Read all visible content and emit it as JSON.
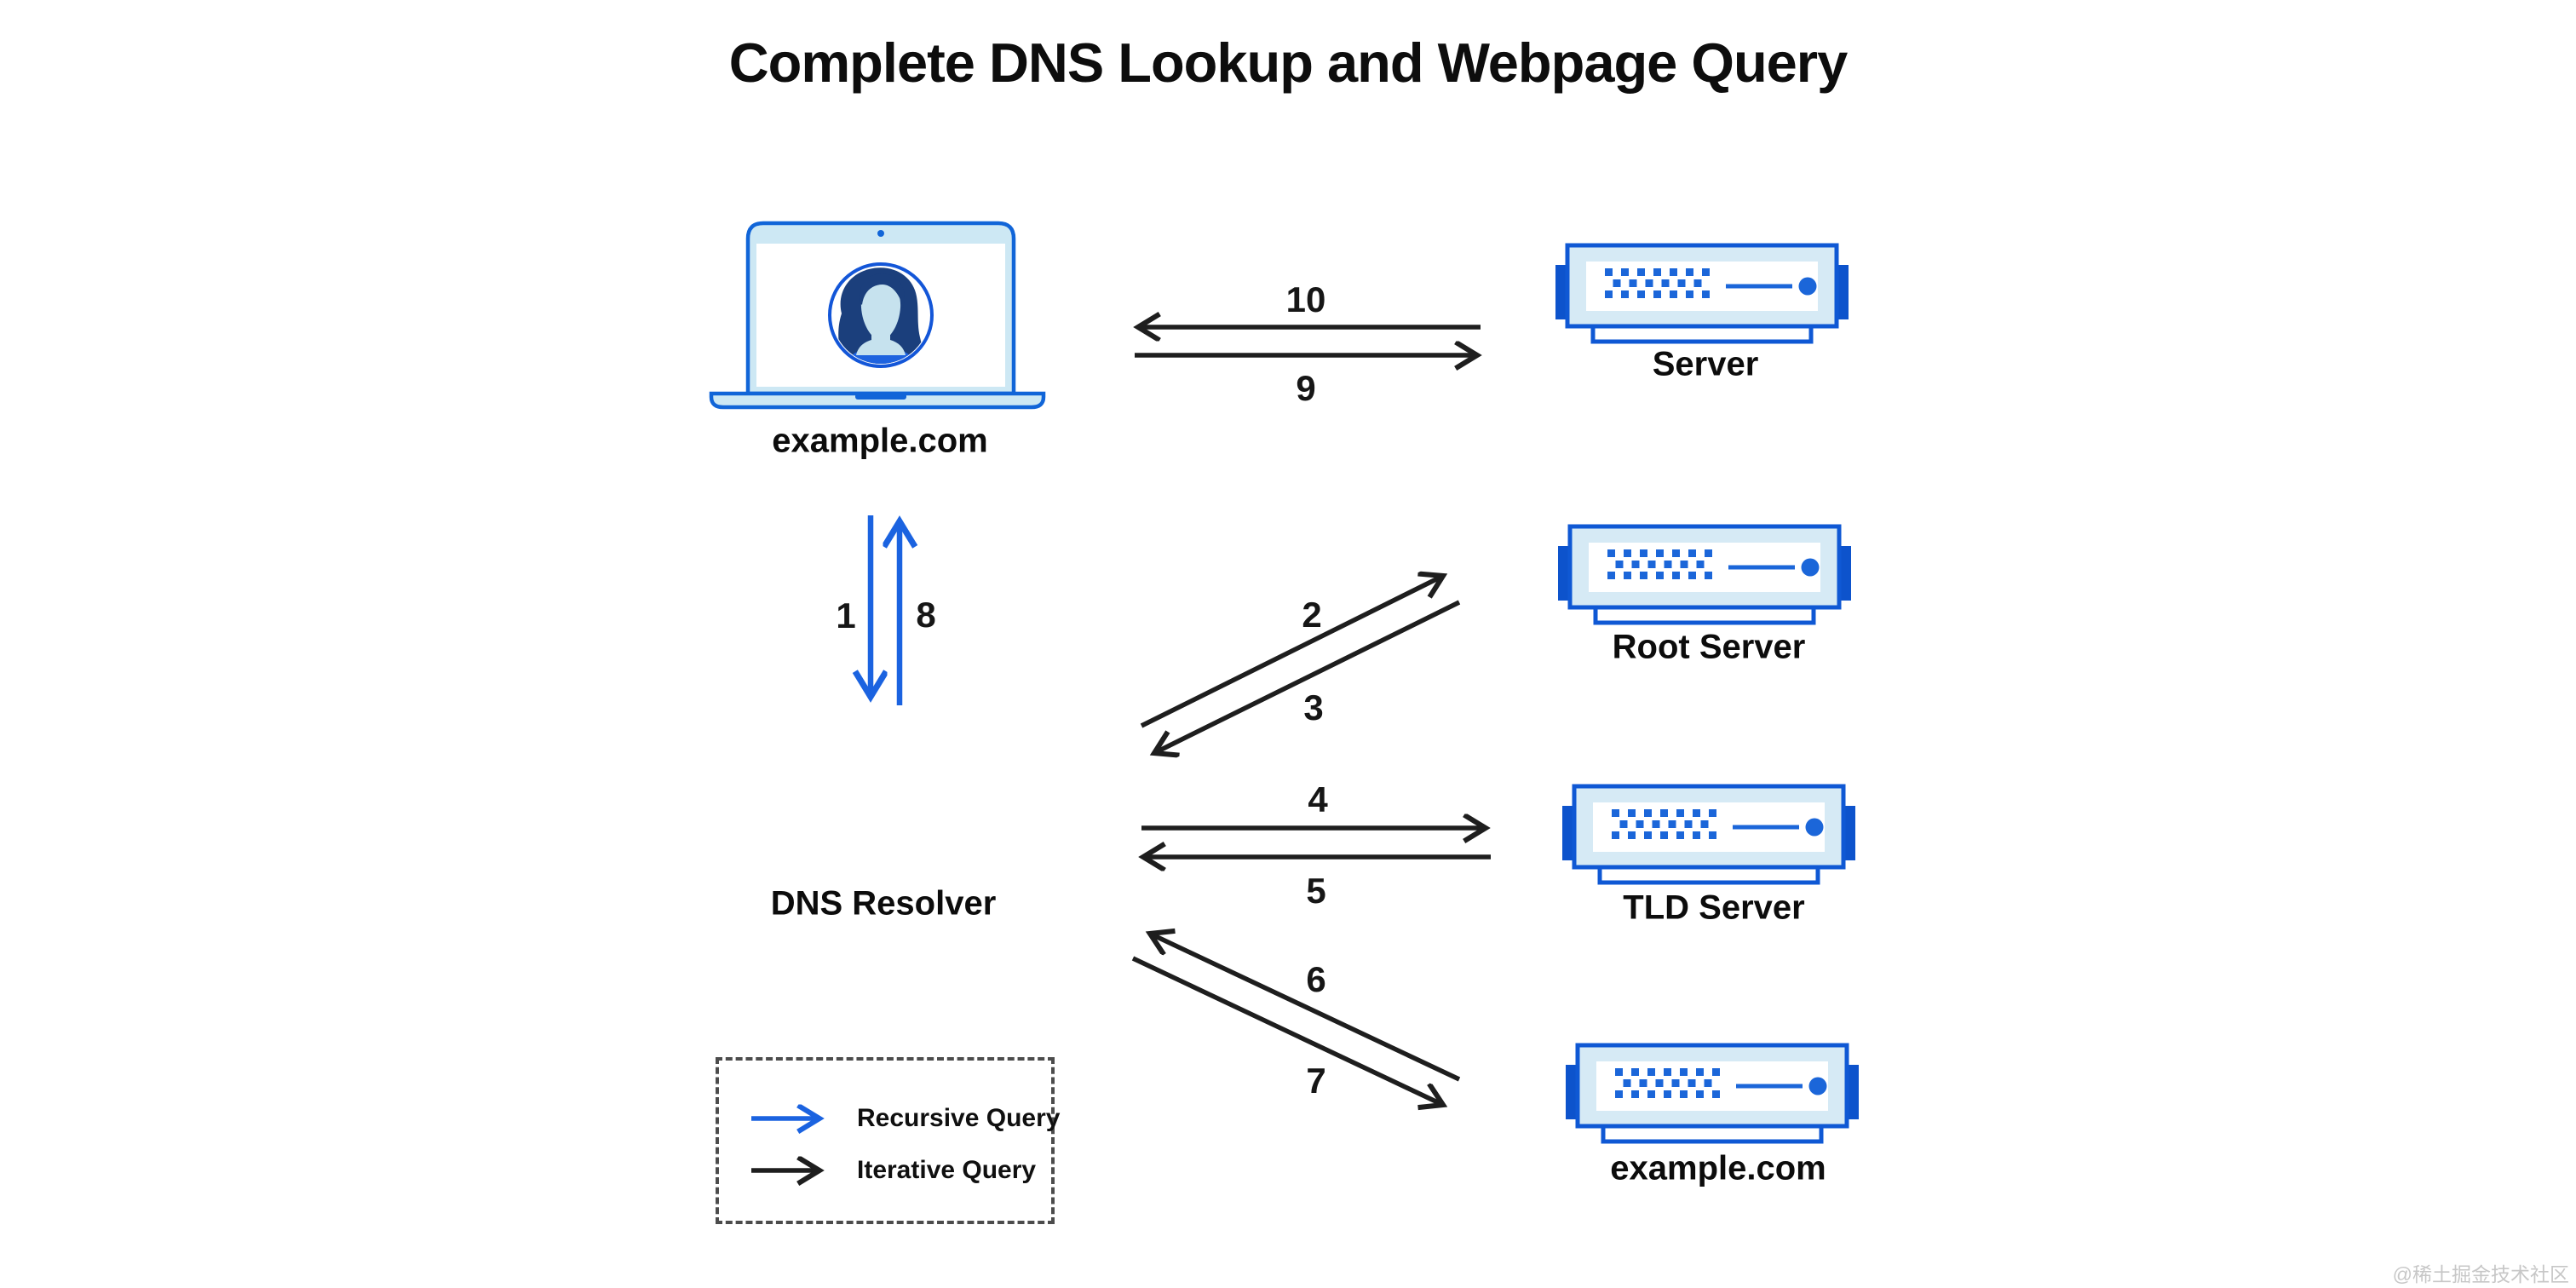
{
  "title": "Complete DNS Lookup and Webpage Query",
  "nodes": {
    "client": {
      "label": "example.com"
    },
    "web_server": {
      "label": "Server"
    },
    "dns_resolver": {
      "label": "DNS Resolver"
    },
    "root_server": {
      "label": "Root Server"
    },
    "tld_server": {
      "label": "TLD Server"
    },
    "auth_server": {
      "label": "example.com"
    }
  },
  "steps": {
    "s1": "1",
    "s2": "2",
    "s3": "3",
    "s4": "4",
    "s5": "5",
    "s6": "6",
    "s7": "7",
    "s8": "8",
    "s9": "9",
    "s10": "10"
  },
  "connections": [
    {
      "step": "1",
      "from": "client",
      "to": "dns_resolver",
      "type": "recursive",
      "direction": "down"
    },
    {
      "step": "8",
      "from": "dns_resolver",
      "to": "client",
      "type": "recursive",
      "direction": "up"
    },
    {
      "step": "2",
      "from": "dns_resolver",
      "to": "root_server",
      "type": "iterative",
      "direction": "up-right"
    },
    {
      "step": "3",
      "from": "root_server",
      "to": "dns_resolver",
      "type": "iterative",
      "direction": "down-left"
    },
    {
      "step": "4",
      "from": "dns_resolver",
      "to": "tld_server",
      "type": "iterative",
      "direction": "right"
    },
    {
      "step": "5",
      "from": "tld_server",
      "to": "dns_resolver",
      "type": "iterative",
      "direction": "left"
    },
    {
      "step": "6",
      "from": "auth_server",
      "to": "dns_resolver",
      "type": "iterative",
      "direction": "up-left"
    },
    {
      "step": "7",
      "from": "dns_resolver",
      "to": "auth_server",
      "type": "iterative",
      "direction": "down-right"
    },
    {
      "step": "9",
      "from": "client",
      "to": "web_server",
      "type": "iterative",
      "direction": "right"
    },
    {
      "step": "10",
      "from": "web_server",
      "to": "client",
      "type": "iterative",
      "direction": "left"
    }
  ],
  "legend": {
    "recursive_label": "Recursive Query",
    "iterative_label": "Iterative Query"
  },
  "colors": {
    "recursive_blue": "#1b63e0",
    "iterative_black": "#1e1e1e",
    "icon_blue_border": "#1165d8",
    "icon_tab_blue": "#0d53cc",
    "icon_light_blue": "#d6eaf5",
    "avatar_navy": "#1b3f7c",
    "avatar_skin_blue": "#c6e2ee",
    "avatar_shirt_blue": "#1e63df"
  },
  "watermark": "@稀土掘金技术社区"
}
